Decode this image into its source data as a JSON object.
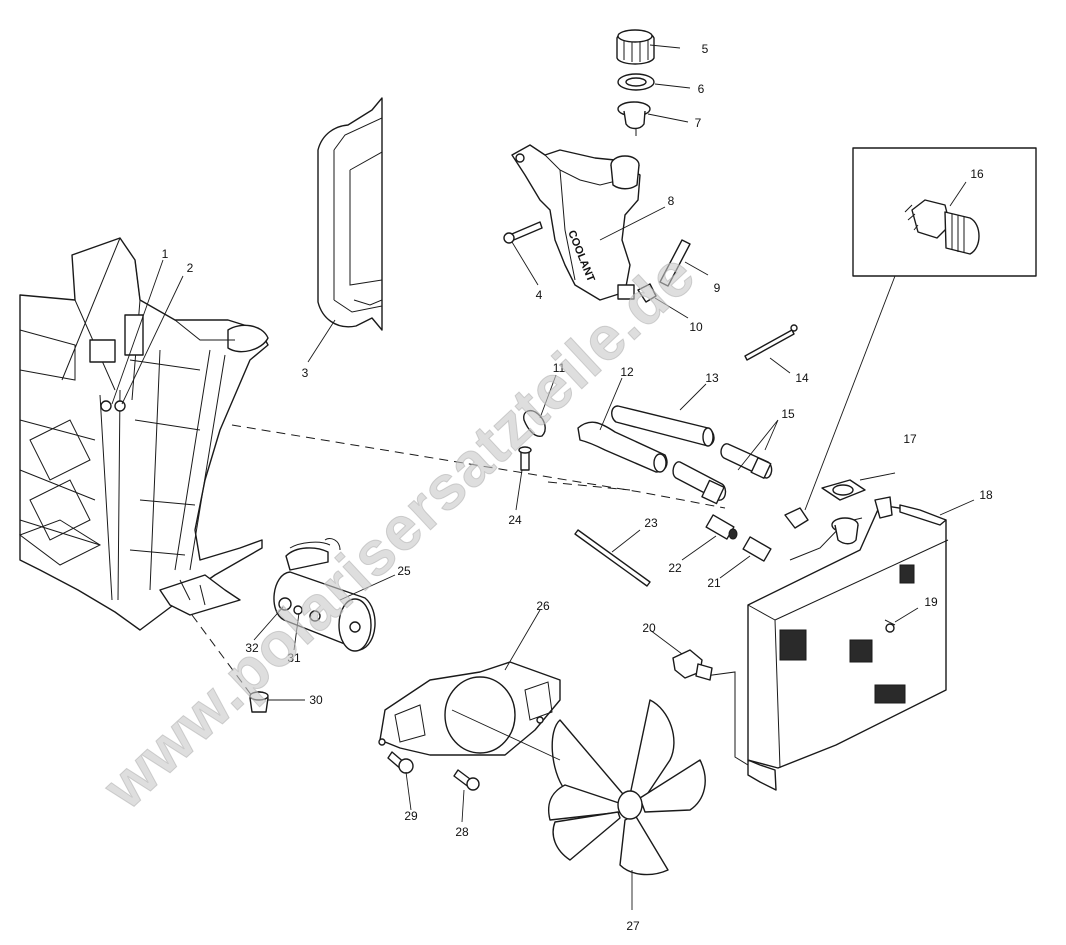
{
  "watermark": {
    "text": "www.polarisersatzteile.de",
    "color": "#c8c8c8"
  },
  "callouts": [
    {
      "id": "c1",
      "label": "1"
    },
    {
      "id": "c2",
      "label": "2"
    },
    {
      "id": "c3",
      "label": "3"
    },
    {
      "id": "c4",
      "label": "4"
    },
    {
      "id": "c5",
      "label": "5"
    },
    {
      "id": "c6",
      "label": "6"
    },
    {
      "id": "c7",
      "label": "7"
    },
    {
      "id": "c8",
      "label": "8"
    },
    {
      "id": "c9",
      "label": "9"
    },
    {
      "id": "c10",
      "label": "10"
    },
    {
      "id": "c11",
      "label": "11"
    },
    {
      "id": "c12",
      "label": "12"
    },
    {
      "id": "c13",
      "label": "13"
    },
    {
      "id": "c14",
      "label": "14"
    },
    {
      "id": "c15",
      "label": "15"
    },
    {
      "id": "c16",
      "label": "16"
    },
    {
      "id": "c17",
      "label": "17"
    },
    {
      "id": "c18",
      "label": "18"
    },
    {
      "id": "c19",
      "label": "19"
    },
    {
      "id": "c20",
      "label": "20"
    },
    {
      "id": "c21",
      "label": "21"
    },
    {
      "id": "c22",
      "label": "22"
    },
    {
      "id": "c23",
      "label": "23"
    },
    {
      "id": "c24",
      "label": "24"
    },
    {
      "id": "c25",
      "label": "25"
    },
    {
      "id": "c26",
      "label": "26"
    },
    {
      "id": "c27",
      "label": "27"
    },
    {
      "id": "c28",
      "label": "28"
    },
    {
      "id": "c29",
      "label": "29"
    },
    {
      "id": "c30",
      "label": "30"
    },
    {
      "id": "c31",
      "label": "31"
    },
    {
      "id": "c32",
      "label": "32"
    }
  ],
  "bottle_label": "COOLANT"
}
